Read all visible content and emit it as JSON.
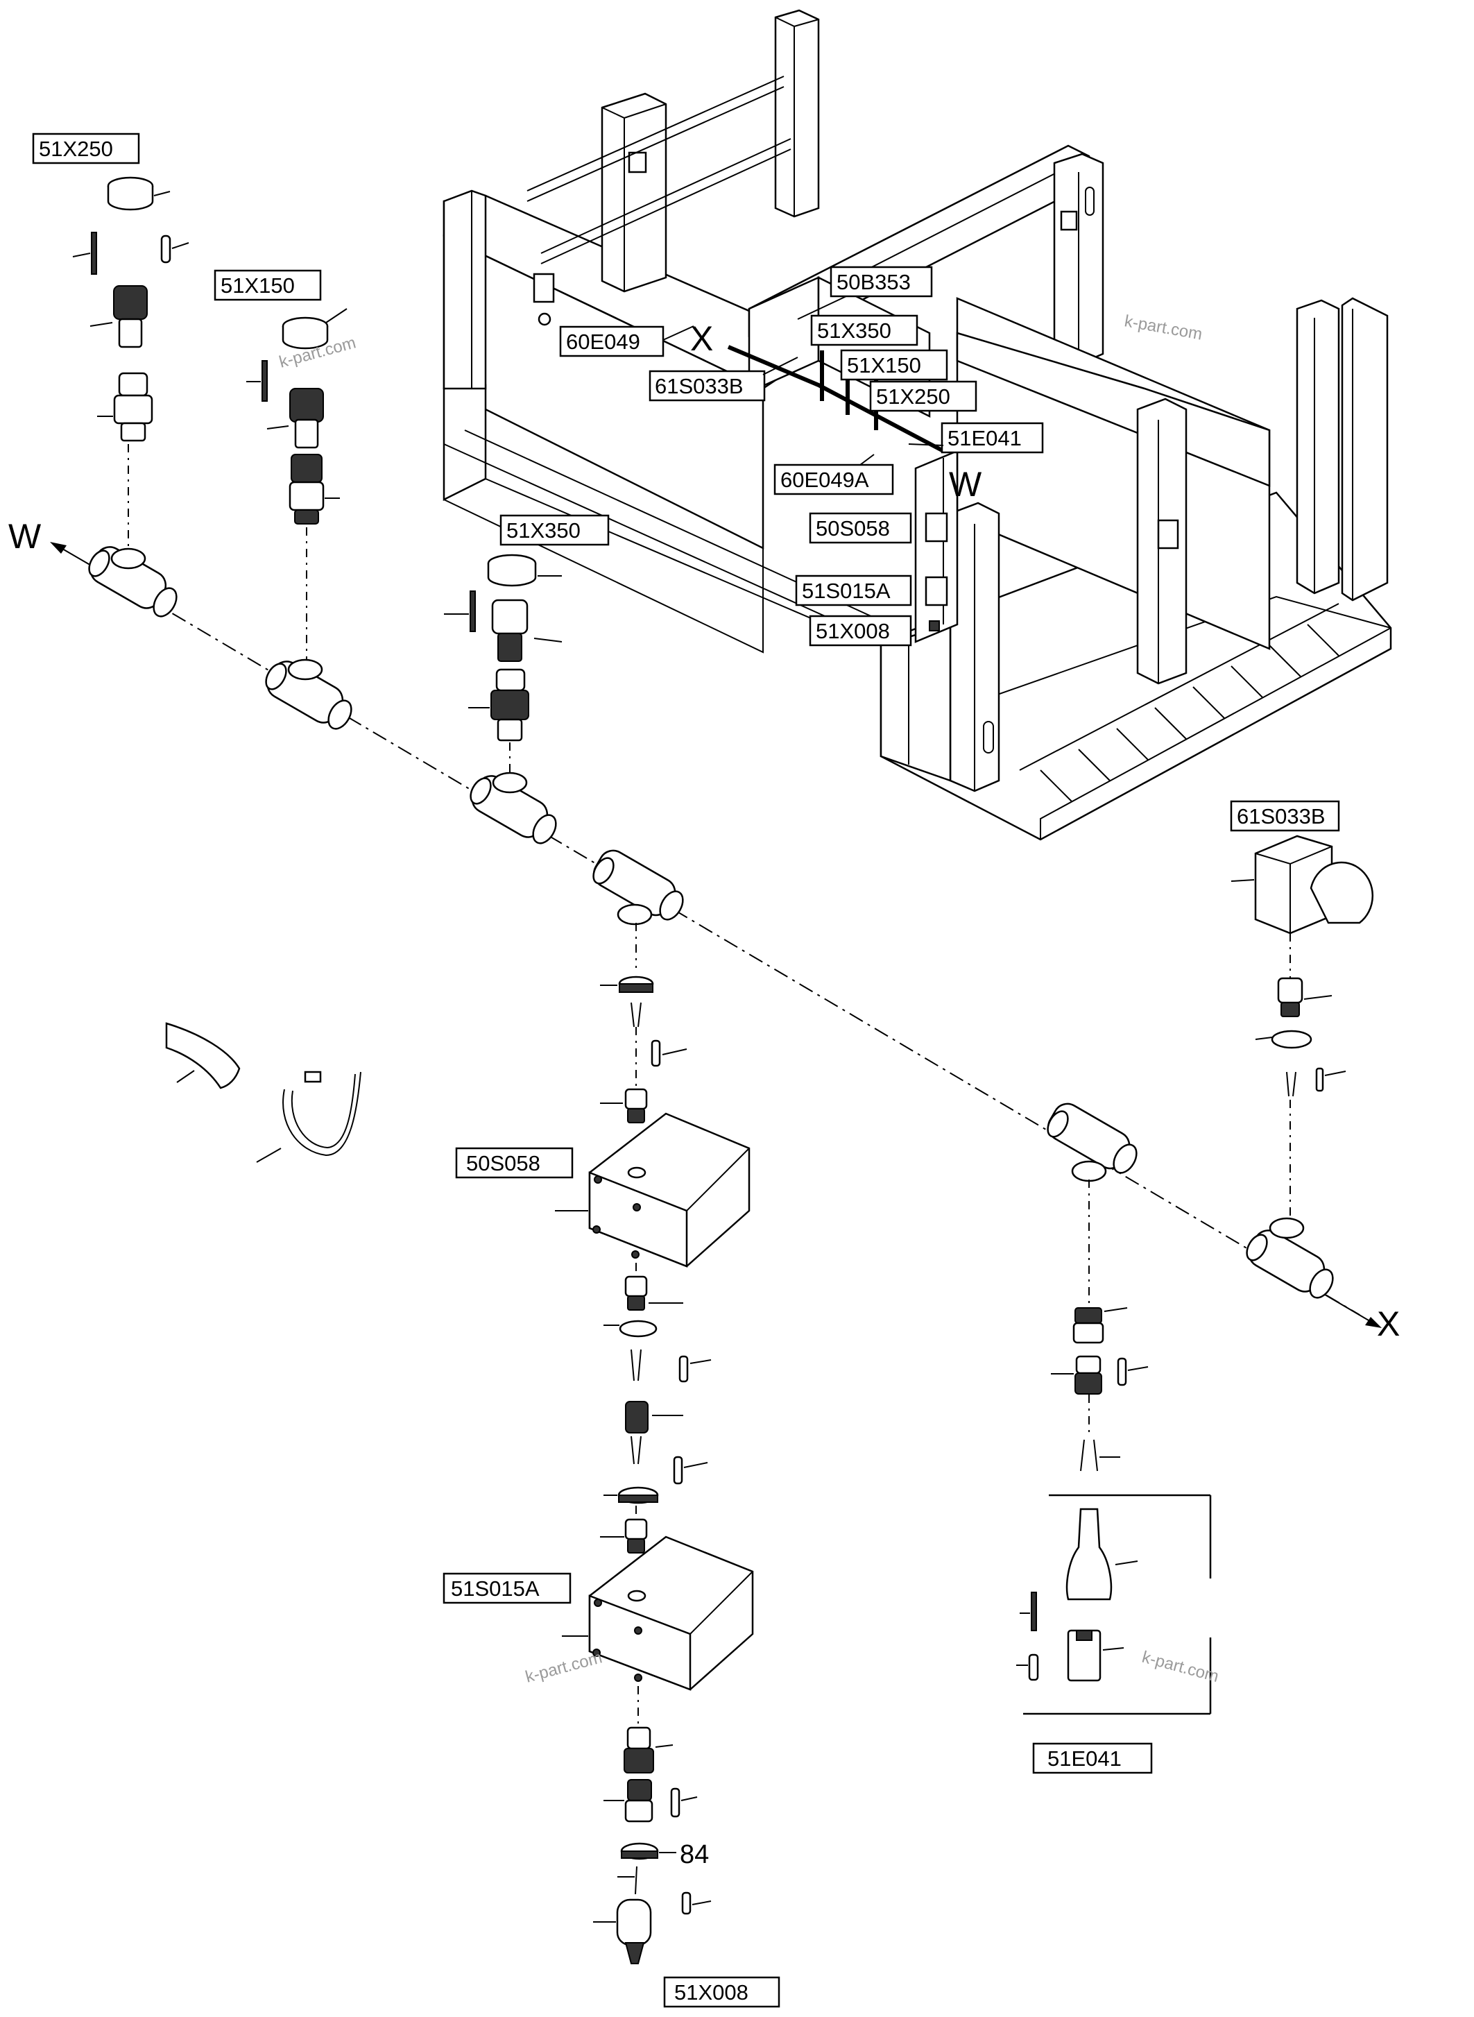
{
  "labels": {
    "l_51X250_top": "51X250",
    "l_51X150_top": "51X150",
    "l_51X350_mid": "51X350",
    "l_60E049": "60E049",
    "l_61S033B_frame": "61S033B",
    "l_50B353": "50B353",
    "l_51X350_frame": "51X350",
    "l_51X150_frame": "51X150",
    "l_51X250_frame": "51X250",
    "l_51E041_frame": "51E041",
    "l_60E049A": "60E049A",
    "l_50S058_frame": "50S058",
    "l_51S015A_frame": "51S015A",
    "l_51X008_frame": "51X008",
    "l_61S033B_right": "61S033B",
    "l_50S058_left": "50S058",
    "l_51S015A_left": "51S015A",
    "l_51E041_bottom": "51E041",
    "l_51X008_bottom": "51X008"
  },
  "markers": {
    "w_left": "W",
    "x_right": "X",
    "x_frame": "X",
    "w_frame": "W"
  },
  "item_number": "84",
  "watermark": "k-part.com",
  "icons": [
    "arrow-w-icon",
    "arrow-x-icon",
    "cable-tie-icon",
    "tube-sleeve-icon"
  ]
}
